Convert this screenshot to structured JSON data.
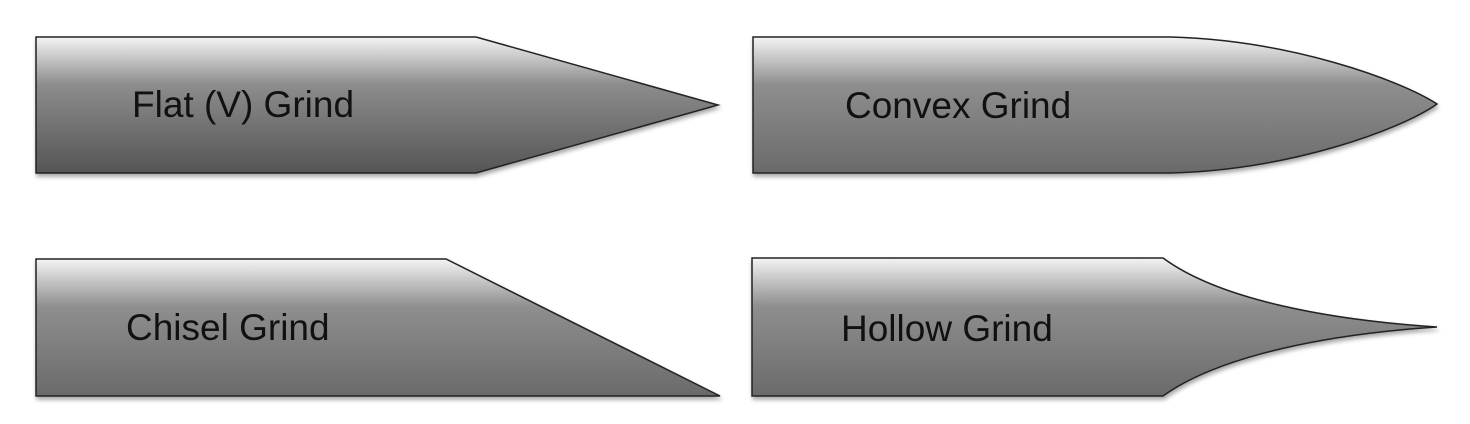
{
  "diagram": {
    "colors": {
      "gradient_top": "#f4f4f4",
      "gradient_mid": "#8a8a8a",
      "gradient_bottom": "#575757",
      "outline": "#222222",
      "text": "#111111"
    },
    "blades": [
      {
        "id": "flat",
        "label": "Flat (V) Grind"
      },
      {
        "id": "convex",
        "label": "Convex Grind"
      },
      {
        "id": "chisel",
        "label": "Chisel Grind"
      },
      {
        "id": "hollow",
        "label": "Hollow Grind"
      }
    ]
  }
}
